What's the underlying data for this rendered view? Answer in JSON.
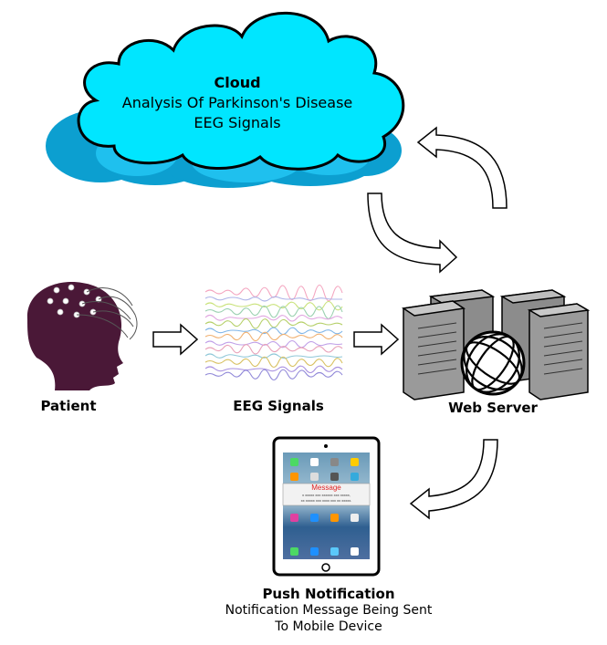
{
  "cloud": {
    "title": "Cloud",
    "line1": "Analysis Of Parkinson's Disease",
    "line2": "EEG Signals"
  },
  "nodes": {
    "patient": "Patient",
    "eeg": "EEG Signals",
    "server": "Web Server"
  },
  "tablet": {
    "message_title": "Message",
    "message_line1": "x xxxxx xxx xxxxxx xxx xxxxx,",
    "message_line2": "xx xxxxx xxx xxxx xxx xx xxxxx."
  },
  "push": {
    "title": "Push Notification",
    "line1": "Notification Message Being Sent",
    "line2": "To Mobile Device"
  },
  "colors": {
    "cloud_fill": "#00e6ff",
    "cloud_back": "#0c9fd0",
    "patient": "#4a1837",
    "message_red": "#e02020"
  }
}
